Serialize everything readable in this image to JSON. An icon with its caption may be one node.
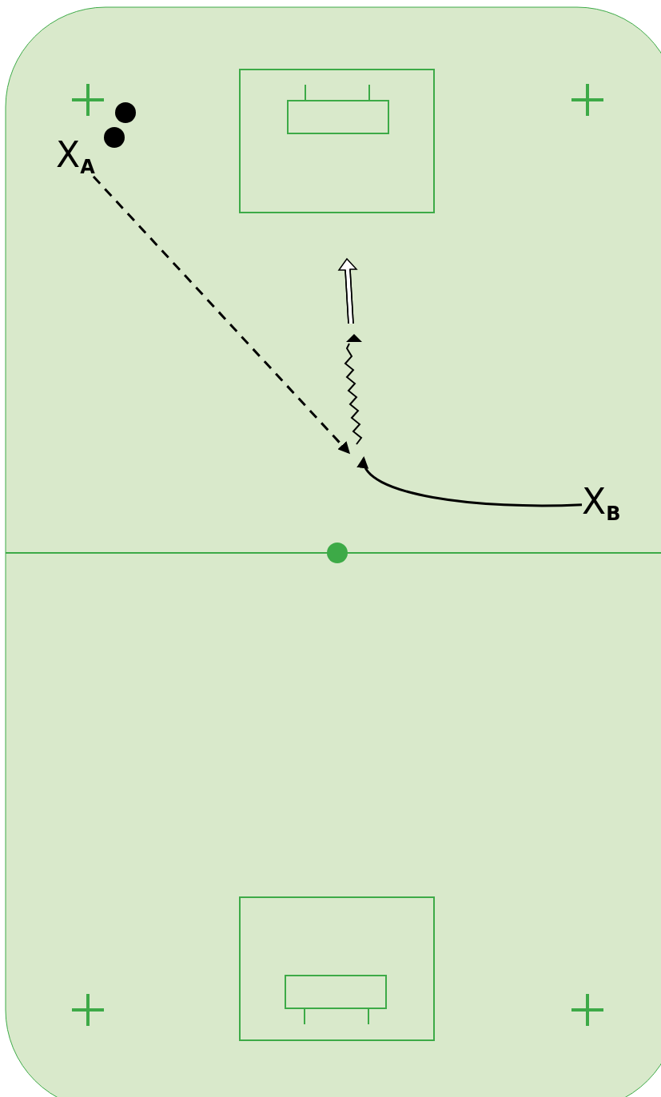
{
  "diagram": {
    "nodes": [
      {
        "text": [
          "X$_{A}$"
        ]
      },
      {
        "text": [
          "X$_{B}$"
        ]
      }
    ],
    "edges": [
      {
        "from": 0,
        "to": null,
        "arrow": "to",
        "style": "dashed"
      },
      {
        "from": 1,
        "to": null,
        "arrow": "to"
      }
    ]
  }
}
